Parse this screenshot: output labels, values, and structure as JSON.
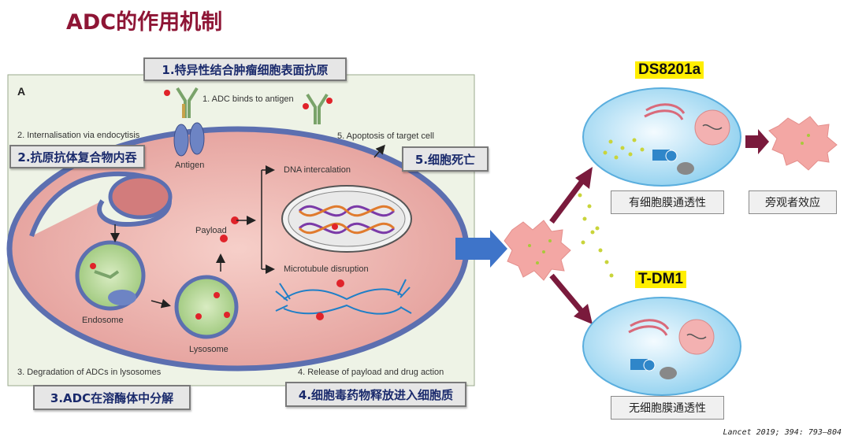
{
  "title": "ADC的作用机制",
  "panel_letter": "A",
  "steps_cn": [
    "1.特异性结合肿瘤细胞表面抗原",
    "2.抗原抗体复合物内吞",
    "3.ADC在溶酶体中分解",
    "4.细胞毒药物释放进入细胞质",
    "5.细胞死亡"
  ],
  "steps_en": [
    "1. ADC binds to antigen",
    "2. Internalisation via endocytisis",
    "3. Degradation of ADCs in lysosomes",
    "4. Release of payload and drug action",
    "5. Apoptosis of target cell"
  ],
  "labels": {
    "antigen": "Antigen",
    "payload": "Payload",
    "dna": "DNA intercalation",
    "microtubule": "Microtubule disruption",
    "endosome": "Endosome",
    "lysosome": "Lysosome"
  },
  "right": {
    "ds_label": "DS8201a",
    "tdm_label": "T-DM1",
    "permeable": "有细胞膜通透性",
    "bystander": "旁观者效应",
    "impermeable": "无细胞膜通透性"
  },
  "citation": "Lancet 2019; 394: 793–804",
  "colors": {
    "title": "#8e1535",
    "cell_fill": "#e8a2a2",
    "membrane": "#5c6fb0",
    "arrow_blue": "#3e74c9",
    "arrow_maroon": "#7a1a3c",
    "panel_bg": "#eef3e6",
    "highlight": "#ffee00"
  }
}
